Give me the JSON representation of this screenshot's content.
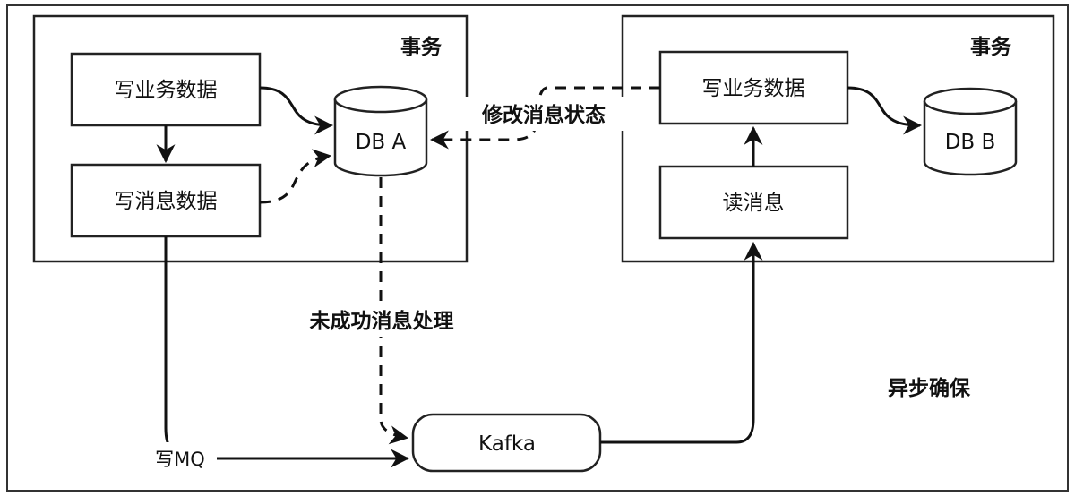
{
  "left_group": {
    "title": "事务",
    "write_business_box": "写业务数据",
    "write_message_box": "写消息数据",
    "db": "DB A"
  },
  "right_group": {
    "title": "事务",
    "write_business_box": "写业务数据",
    "read_message_box": "读消息",
    "db": "DB B"
  },
  "queue": "Kafka",
  "edges": {
    "modify_status": "修改消息状态",
    "unsent_processing": "未成功消息处理",
    "write_mq": "写MQ"
  },
  "caption": "异步确保"
}
